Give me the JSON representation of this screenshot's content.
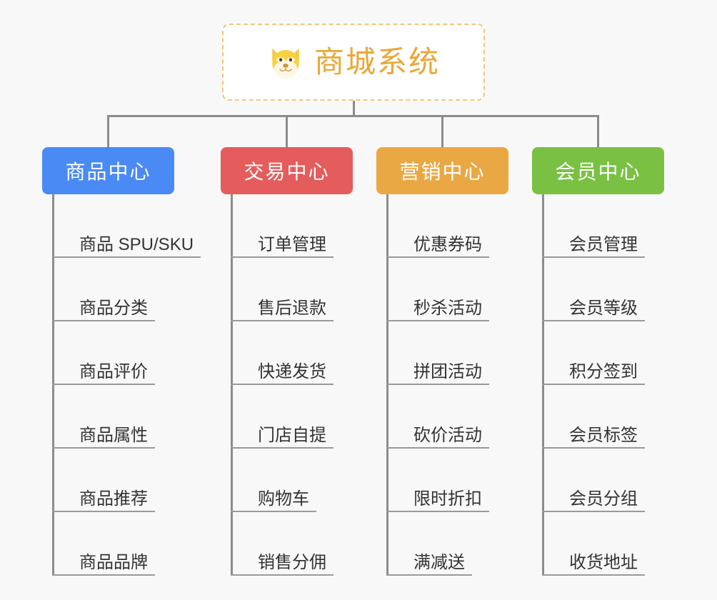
{
  "canvas": {
    "background": "#f8f8f8",
    "line_color": "#8c8c8c",
    "underline_color": "#9a9a9a"
  },
  "root": {
    "title": "商城系统",
    "icon": "dog-face-icon",
    "text_color": "#e8a838",
    "border_color": "#f3c675",
    "background": "#ffffff"
  },
  "columns": [
    {
      "header": "商品中心",
      "color": "#4a8af4",
      "items": [
        "商品 SPU/SKU",
        "商品分类",
        "商品评价",
        "商品属性",
        "商品推荐",
        "商品品牌"
      ]
    },
    {
      "header": "交易中心",
      "color": "#e55c5c",
      "items": [
        "订单管理",
        "售后退款",
        "快递发货",
        "门店自提",
        "购物车",
        "销售分佣"
      ]
    },
    {
      "header": "营销中心",
      "color": "#eaa844",
      "items": [
        "优惠券码",
        "秒杀活动",
        "拼团活动",
        "砍价活动",
        "限时折扣",
        "满减送"
      ]
    },
    {
      "header": "会员中心",
      "color": "#7ac143",
      "items": [
        "会员管理",
        "会员等级",
        "积分签到",
        "会员标签",
        "会员分组",
        "收货地址"
      ]
    }
  ]
}
